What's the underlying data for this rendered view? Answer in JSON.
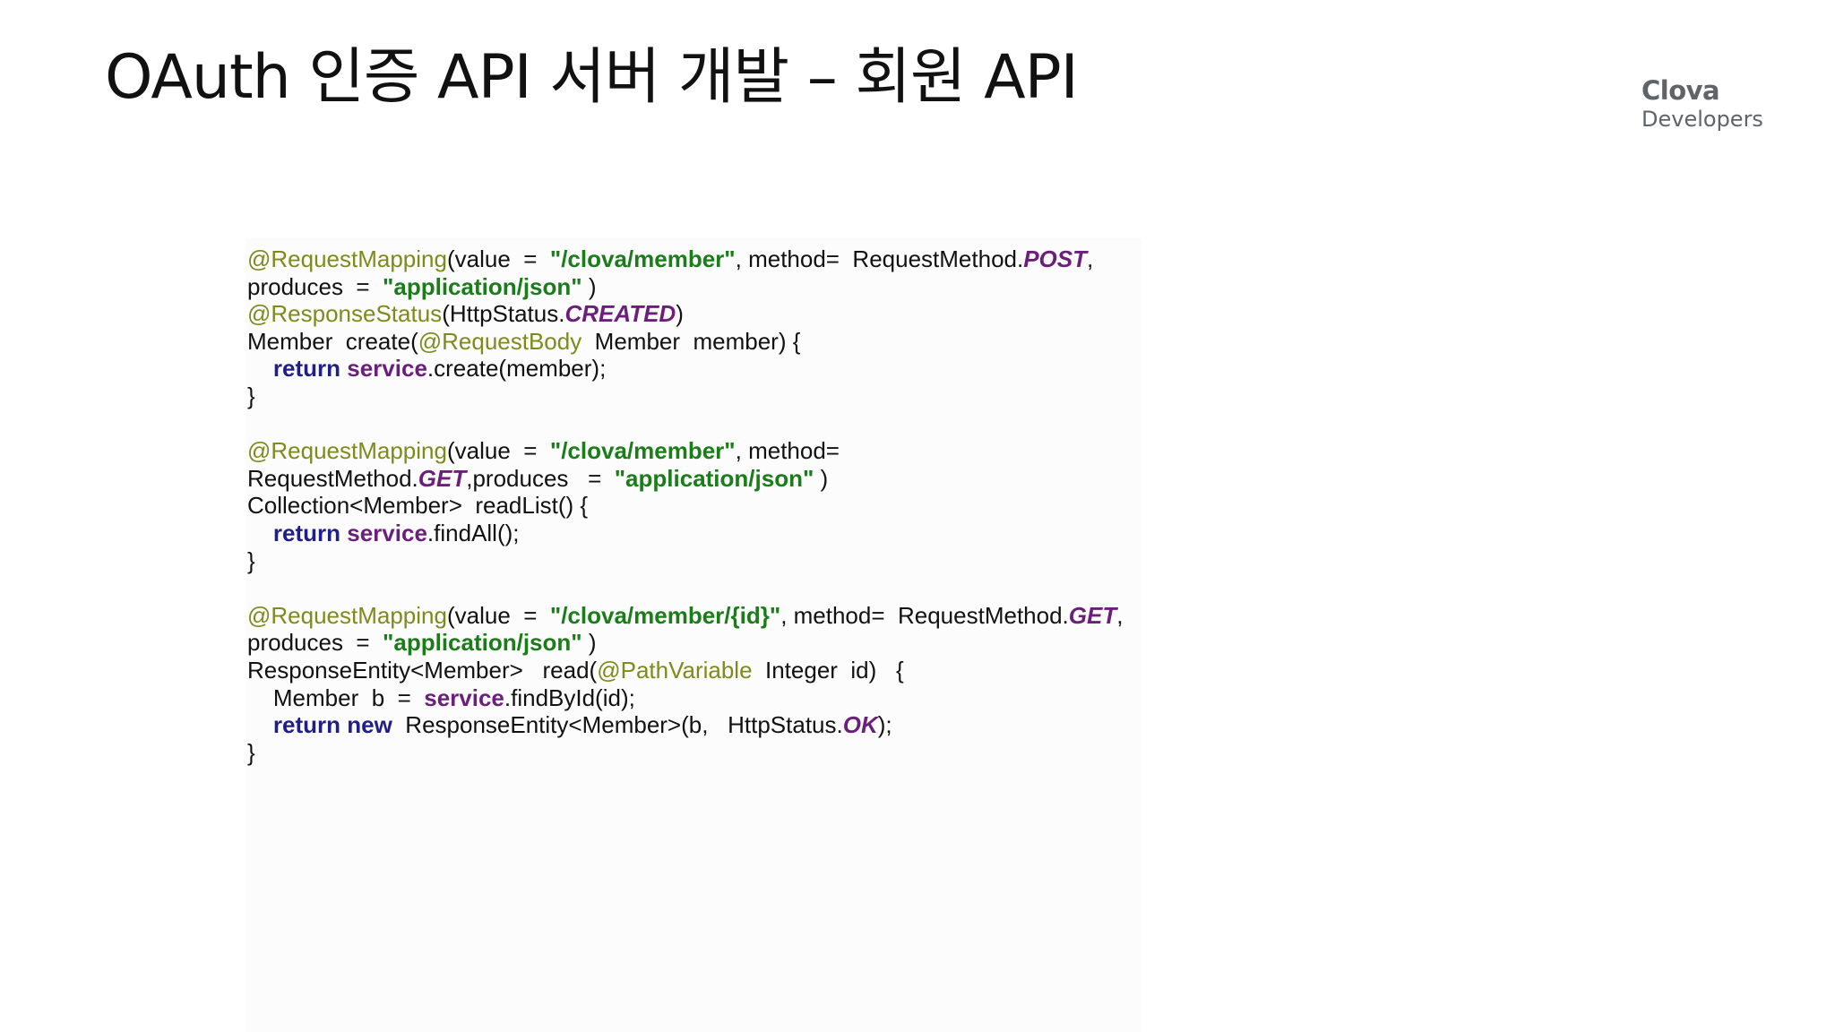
{
  "slide": {
    "title": "OAuth 인증 API 서버 개발 – 회원 API"
  },
  "brand": {
    "name": "Clova",
    "subtitle": "Developers"
  },
  "code": {
    "lines": [
      [
        {
          "t": "anno",
          "v": "@RequestMapping"
        },
        {
          "t": "plain",
          "v": "(value  =  "
        },
        {
          "t": "str",
          "v": "\"/clova/member\""
        },
        {
          "t": "plain",
          "v": ", method=  RequestMethod."
        },
        {
          "t": "const",
          "v": "POST"
        },
        {
          "t": "plain",
          "v": ","
        }
      ],
      [
        {
          "t": "plain",
          "v": "produces  =  "
        },
        {
          "t": "str",
          "v": "\"application/json\""
        },
        {
          "t": "plain",
          "v": " )"
        }
      ],
      [
        {
          "t": "anno",
          "v": "@ResponseStatus"
        },
        {
          "t": "plain",
          "v": "(HttpStatus."
        },
        {
          "t": "const",
          "v": "CREATED"
        },
        {
          "t": "plain",
          "v": ")"
        }
      ],
      [
        {
          "t": "plain",
          "v": "Member  create("
        },
        {
          "t": "anno",
          "v": "@RequestBody"
        },
        {
          "t": "plain",
          "v": "  Member  member) {"
        }
      ],
      [
        {
          "t": "plain",
          "v": "    "
        },
        {
          "t": "kw",
          "v": "return"
        },
        {
          "t": "plain",
          "v": " "
        },
        {
          "t": "field",
          "v": "service"
        },
        {
          "t": "plain",
          "v": ".create(member);"
        }
      ],
      [
        {
          "t": "plain",
          "v": "}"
        }
      ],
      [],
      [
        {
          "t": "anno",
          "v": "@RequestMapping"
        },
        {
          "t": "plain",
          "v": "(value  =  "
        },
        {
          "t": "str",
          "v": "\"/clova/member\""
        },
        {
          "t": "plain",
          "v": ", method="
        }
      ],
      [
        {
          "t": "plain",
          "v": "RequestMethod."
        },
        {
          "t": "const",
          "v": "GET"
        },
        {
          "t": "plain",
          "v": ",produces   =  "
        },
        {
          "t": "str",
          "v": "\"application/json\""
        },
        {
          "t": "plain",
          "v": " )"
        }
      ],
      [
        {
          "t": "plain",
          "v": "Collection<Member>  readList() {"
        }
      ],
      [
        {
          "t": "plain",
          "v": "    "
        },
        {
          "t": "kw",
          "v": "return"
        },
        {
          "t": "plain",
          "v": " "
        },
        {
          "t": "field",
          "v": "service"
        },
        {
          "t": "plain",
          "v": ".findAll();"
        }
      ],
      [
        {
          "t": "plain",
          "v": "}"
        }
      ],
      [],
      [
        {
          "t": "anno",
          "v": "@RequestMapping"
        },
        {
          "t": "plain",
          "v": "(value  =  "
        },
        {
          "t": "str",
          "v": "\"/clova/member/{id}\""
        },
        {
          "t": "plain",
          "v": ", method=  RequestMethod."
        },
        {
          "t": "const",
          "v": "GET"
        },
        {
          "t": "plain",
          "v": ","
        }
      ],
      [
        {
          "t": "plain",
          "v": "produces  =  "
        },
        {
          "t": "str",
          "v": "\"application/json\""
        },
        {
          "t": "plain",
          "v": " )"
        }
      ],
      [
        {
          "t": "plain",
          "v": "ResponseEntity<Member>   read("
        },
        {
          "t": "anno",
          "v": "@PathVariable"
        },
        {
          "t": "plain",
          "v": "  Integer  id)   {"
        }
      ],
      [
        {
          "t": "plain",
          "v": "    Member  b  =  "
        },
        {
          "t": "field",
          "v": "service"
        },
        {
          "t": "plain",
          "v": ".findById(id);"
        }
      ],
      [
        {
          "t": "plain",
          "v": "    "
        },
        {
          "t": "kw",
          "v": "return"
        },
        {
          "t": "plain",
          "v": " "
        },
        {
          "t": "kw",
          "v": "new"
        },
        {
          "t": "plain",
          "v": "  ResponseEntity<Member>(b,   HttpStatus."
        },
        {
          "t": "const",
          "v": "OK"
        },
        {
          "t": "plain",
          "v": ");"
        }
      ],
      [
        {
          "t": "plain",
          "v": "}"
        }
      ]
    ]
  }
}
